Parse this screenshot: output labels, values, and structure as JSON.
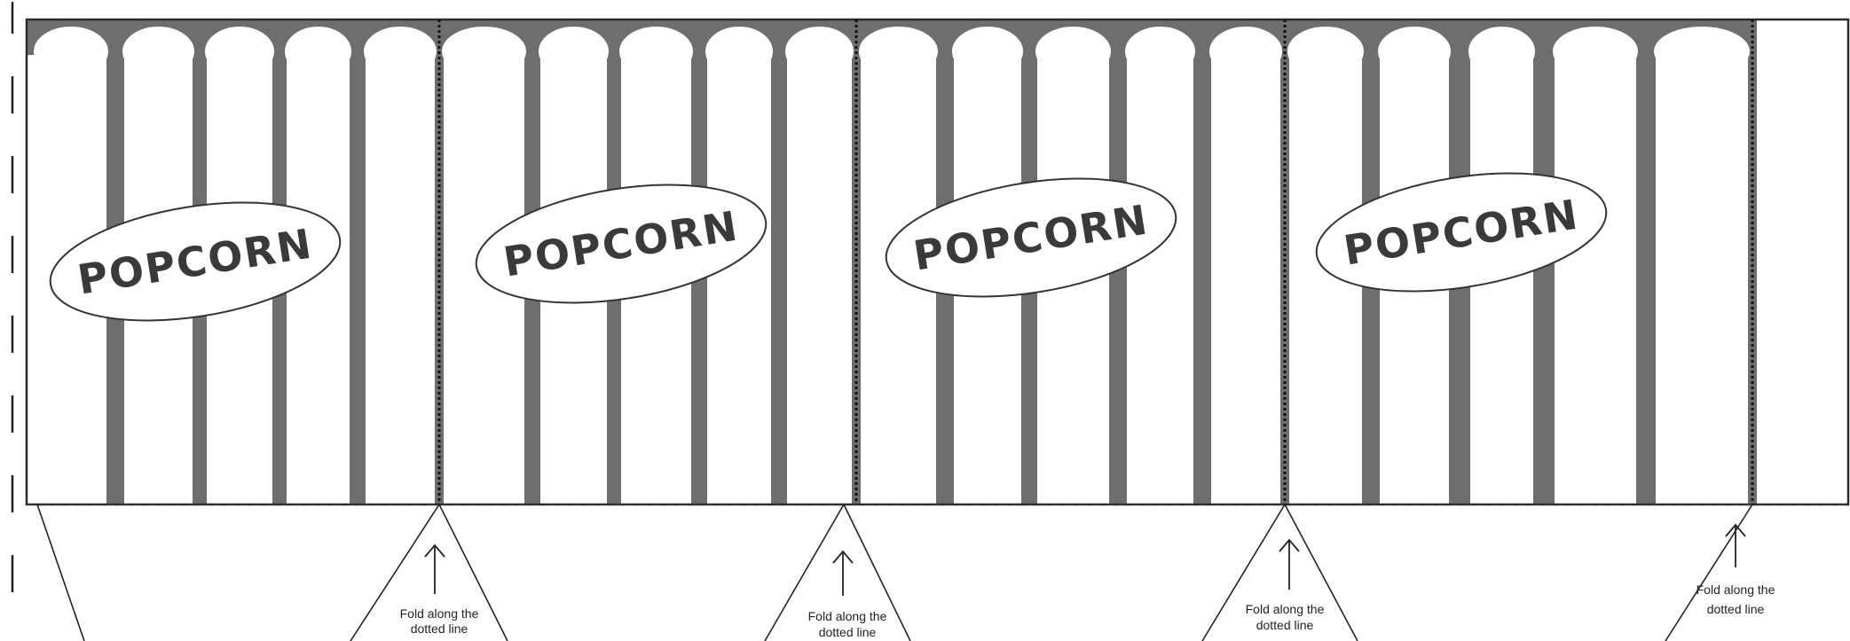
{
  "document": {
    "panel_label": "POPCORN",
    "fold_instruction_line1": "Fold along the",
    "fold_instruction_line2": "dotted line",
    "colors": {
      "stripe": "#6e6e6e",
      "outline": "#2b2b2b",
      "paper": "#ffffff"
    }
  }
}
